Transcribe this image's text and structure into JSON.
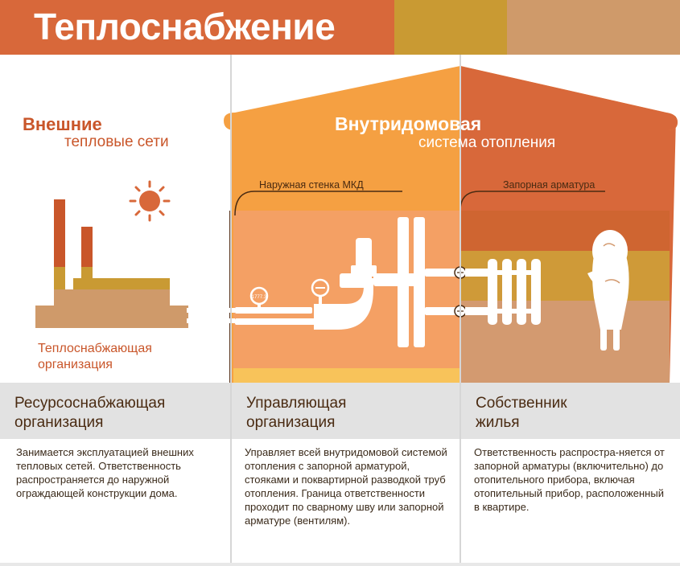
{
  "title": "Теплоснабжение",
  "external": {
    "title": "Внешние",
    "subtitle": "тепловые сети",
    "org_label": "Теплоснабжающая организация"
  },
  "internal": {
    "title": "Внутридомовая",
    "subtitle": "система отопления"
  },
  "labels": {
    "wall": "Наружная стенка МКД",
    "valves": "Запорная арматура",
    "gauge": "1777.3"
  },
  "columns": [
    {
      "title": "Ресурсоснабжающая организация",
      "text": "Занимается эксплуатацией внешних тепловых сетей. Ответственность распространяется до наружной ограждающей конструкции дома."
    },
    {
      "title": "Управляющая организация",
      "text": "Управляет всей внутридомовой системой отопления с запорной арматурой, стояками и поквартирной разводкой труб отопления. Граница ответственности проходит по сварному шву или запорной арматуре (вентилям)."
    },
    {
      "title": "Собственник жилья",
      "text": "Ответственность распростра-няется от запорной арматуры (включительно) до отопительного прибора, включая отопительный прибор, расположенный в квартире."
    }
  ],
  "colors": {
    "orange": "#d8683a",
    "light_orange": "#f5a042",
    "gold": "#c99a33",
    "tan": "#cf9a6a",
    "brown": "#4a2b12"
  }
}
